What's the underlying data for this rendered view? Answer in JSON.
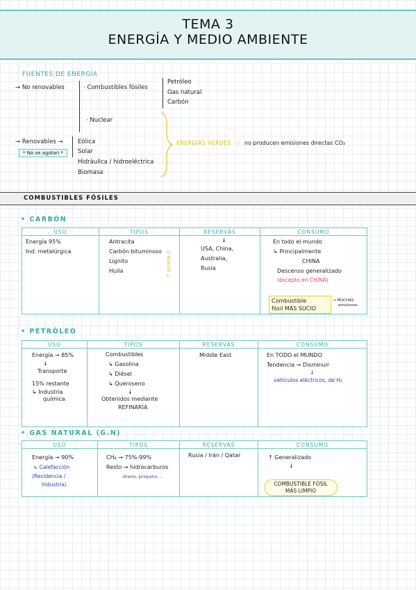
{
  "header": {
    "line1": "TEMA 3",
    "line2": "ENERGÍA Y MEDIO AMBIENTE"
  },
  "fuentes": {
    "title": "FUENTES DE ENERGÍA",
    "no_renovables": "→ No renovables",
    "combustibles_fosiles": "· Combustibles fósiles",
    "fosiles_list": [
      "Petróleo",
      "Gas natural",
      "Carbón"
    ],
    "nuclear": "· Nuclear",
    "renovables": "→ Renovables →",
    "renovables_note": "* No se agotan *",
    "renovables_list": [
      "Eólica",
      "Solar",
      "Hidráulica / hidroeléctrica",
      "Biomasa"
    ],
    "verdes_label": "ENERGÍAS VERDES",
    "verdes_sep": "/",
    "verdes_desc": "no producen emisiones directas CO₂"
  },
  "section": {
    "title": "COMBUSTIBLES FÓSILES"
  },
  "carbon": {
    "title": "• CARBÓN",
    "headers": [
      "USO",
      "TIPOS",
      "RESERVAS",
      "CONSUMO"
    ],
    "uso": [
      "Energía 95%",
      "Ind. metalúrgica"
    ],
    "tipos": [
      "Antracita",
      "Carbón bituminoso",
      "Lignito",
      "Hulla"
    ],
    "tipos_arrow": "↑ pureza C",
    "reservas_arrow": "↓",
    "reservas": [
      "USA, China,",
      "Australia,",
      "Rusia"
    ],
    "consumo": [
      "En todo el mundo",
      "↳ Principalmente",
      "CHINA",
      "Descenso generalizado"
    ],
    "consumo_excepto": "(excepto en CHINA)",
    "consumo_box": [
      "Combustible",
      "fósil MÁS SUCIO"
    ],
    "consumo_note": [
      "→ MUCHAS",
      "emisiones"
    ]
  },
  "petroleo": {
    "title": "• PETRÓLEO",
    "headers": [
      "USO",
      "TIPOS",
      "RESERVAS",
      "CONSUMO"
    ],
    "uso": [
      "Energía → 85%",
      "↓",
      "Transporte",
      "15% restante",
      "↳ Industria",
      "química"
    ],
    "tipos": [
      "Combustibles",
      "↳ Gasolina",
      "↳ Diésel",
      "↳ Queroseno",
      "↓",
      "Obtenidos mediante",
      "REFINARÍA"
    ],
    "reservas": [
      "Middle East"
    ],
    "consumo": [
      "En TODO el MUNDO",
      "Tendencia → Disminuir",
      "↓"
    ],
    "consumo_blue": "vehículos eléctricos, de H₂"
  },
  "gas": {
    "title": "• GAS NATURAL (G.N)",
    "headers": [
      "USO",
      "TIPOS",
      "RESERVAS",
      "CONSUMO"
    ],
    "uso": [
      "Energía → 90%"
    ],
    "uso_blue": [
      "↳ Calefacción",
      "(Residencia /",
      "Industria)"
    ],
    "tipos": [
      "CH₄ → 75%-99%",
      "Resto → hidrocarburos"
    ],
    "tipos_blue": "etano, propano ...",
    "reservas": [
      "Rusia / Irán / Qatar"
    ],
    "consumo": [
      "↑ Generalizado",
      "↓"
    ],
    "consumo_oval": [
      "COMBUSTIBLE FÓSIL",
      "MÁS LIMPIO"
    ]
  }
}
